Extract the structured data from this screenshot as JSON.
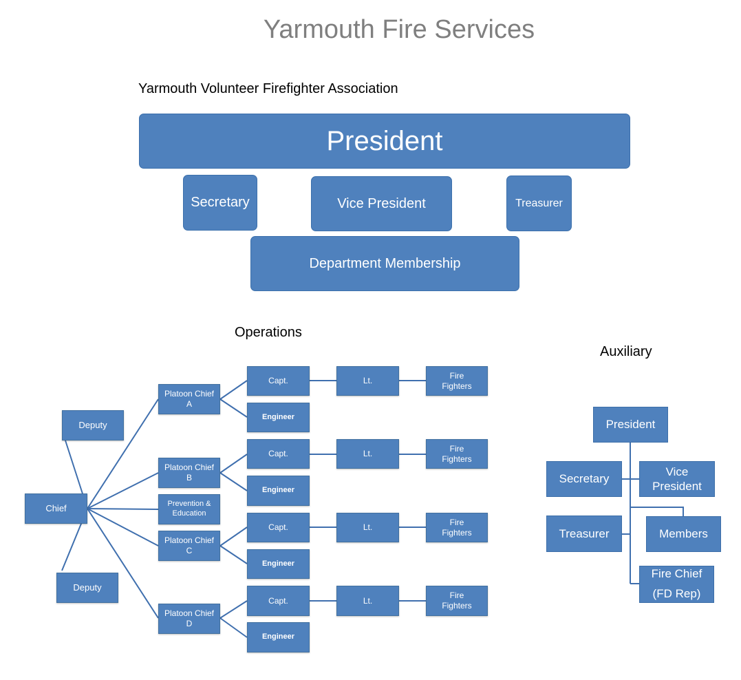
{
  "title": "Yarmouth Fire Services",
  "association": {
    "heading": "Yarmouth Volunteer Firefighter Association",
    "president": "President",
    "secretary": "Secretary",
    "vice_president": "Vice President",
    "treasurer": "Treasurer",
    "membership": "Department Membership"
  },
  "operations": {
    "heading": "Operations",
    "chief": "Chief",
    "deputy_top": "Deputy",
    "deputy_bottom": "Deputy",
    "prevention": "Prevention &\nEducation",
    "platoons": [
      {
        "chief": "Platoon  Chief\nA",
        "capt": "Capt.",
        "lt": "Lt.",
        "fire": "Fire\nFighters",
        "engineer": "Engineer"
      },
      {
        "chief": "Platoon Chief\nB",
        "capt": "Capt.",
        "lt": "Lt.",
        "fire": "Fire\nFighters",
        "engineer": "Engineer"
      },
      {
        "chief": "Platoon Chief\nC",
        "capt": "Capt.",
        "lt": "Lt.",
        "fire": "Fire\nFighters",
        "engineer": "Engineer"
      },
      {
        "chief": "Platoon Chief\nD",
        "capt": "Capt.",
        "lt": "Lt.",
        "fire": "Fire\nFighters",
        "engineer": "Engineer"
      }
    ]
  },
  "auxiliary": {
    "heading": "Auxiliary",
    "president": "President",
    "secretary": "Secretary",
    "vice_president": "Vice\nPresident",
    "treasurer": "Treasurer",
    "members": "Members",
    "fire_chief": "Fire Chief\n(FD Rep)"
  },
  "colors": {
    "box_fill": "#4f81bd",
    "connector": "#3f6fae",
    "title": "#7f7f7f"
  }
}
